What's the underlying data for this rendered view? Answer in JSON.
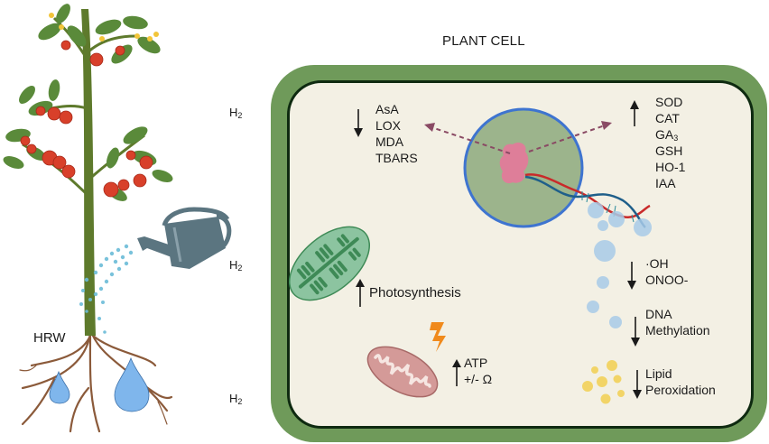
{
  "title": "PLANT CELL",
  "left": {
    "hrw_label": "HRW",
    "h2_labels": [
      {
        "base": "H",
        "sub": "2"
      },
      {
        "base": "H",
        "sub": "2"
      },
      {
        "base": "H",
        "sub": "2"
      }
    ]
  },
  "cell": {
    "decreased_top": {
      "direction": "down",
      "items": [
        "AsA",
        "LOX",
        "MDA",
        "TBARS"
      ]
    },
    "increased_top": {
      "direction": "up",
      "items": [
        {
          "base": "SOD",
          "sub": ""
        },
        {
          "base": "CAT",
          "sub": ""
        },
        {
          "base": "GA",
          "sub": "3"
        },
        {
          "base": "GSH",
          "sub": ""
        },
        {
          "base": "HO-1",
          "sub": ""
        },
        {
          "base": "IAA",
          "sub": ""
        }
      ]
    },
    "photosynthesis": {
      "direction": "up",
      "label": "Photosynthesis"
    },
    "mitochondria": {
      "direction": "up",
      "lines": [
        "ATP",
        "+/- Ω"
      ]
    },
    "ros": {
      "direction": "down",
      "lines": [
        "·OH",
        "ONOO-"
      ]
    },
    "dna_methylation": {
      "direction": "down",
      "lines": [
        "DNA",
        "Methylation"
      ]
    },
    "lipid": {
      "direction": "down",
      "lines": [
        "Lipid",
        "Peroxidation"
      ]
    }
  },
  "colors": {
    "cell_wall": "#6f9a5a",
    "membrane": "#0e2a10",
    "cytoplasm": "#f3f0e4",
    "nucleus_fill": "#9cb48c",
    "nucleus_border": "#3e74d0",
    "chromatin": "#e6789a",
    "dashed_arrow": "#8a4a64",
    "chloroplast": "#8cc4a0",
    "thylakoid": "#3e8a56",
    "mitochondrion": "#d49a98",
    "lightning": "#f08a1c",
    "vesicle": "#a8cbe8",
    "lipid_droplet": "#f2d25a",
    "stem": "#5e7a2c",
    "leaf": "#5a8a3a",
    "tomato": "#d8402a",
    "root": "#8b5a3a",
    "water_drop": "#7fb6ec",
    "watering_can": "#5b7580"
  }
}
